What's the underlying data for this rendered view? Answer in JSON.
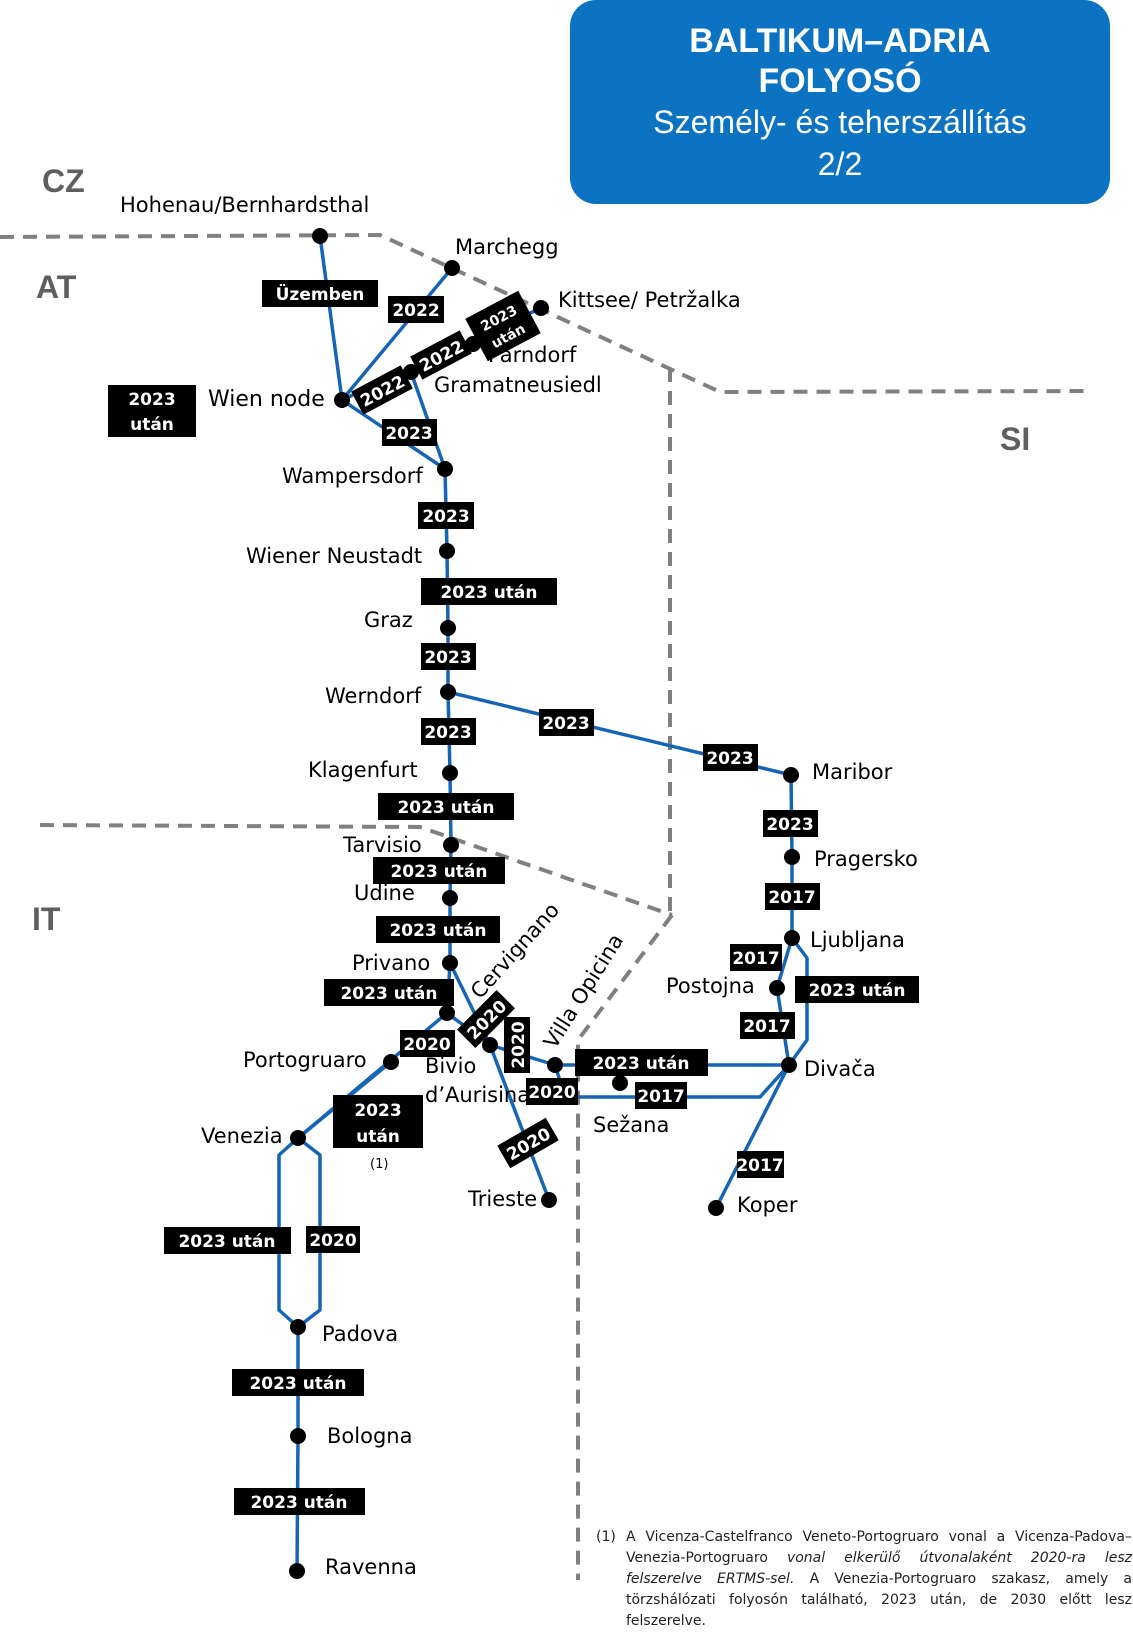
{
  "title": {
    "line1": "BALTIKUM–ADRIA",
    "line2": "FOLYOSÓ",
    "line3": "Személy- és teherszállítás",
    "line4": "2/2"
  },
  "countries": {
    "cz": "CZ",
    "at": "AT",
    "si": "SI",
    "it": "IT"
  },
  "stations": {
    "hohenau": "Hohenau/Bernhardsthal",
    "marchegg": "Marchegg",
    "kittsee": "Kittsee/ Petržalka",
    "parndorf": "Parndorf",
    "gramatneusiedl": "Gramatneusiedl",
    "wien": "Wien node",
    "wampersdorf": "Wampersdorf",
    "wiener_neustadt": "Wiener Neustadt",
    "graz": "Graz",
    "werndorf": "Werndorf",
    "klagenfurt": "Klagenfurt",
    "maribor": "Maribor",
    "tarvisio": "Tarvisio",
    "pragersko": "Pragersko",
    "udine": "Udine",
    "ljubljana": "Ljubljana",
    "privano": "Privano",
    "cervignano": "Cervignano",
    "villa_opicina": "Villa Opicina",
    "postojna": "Postojna",
    "portogruaro": "Portogruaro",
    "bivio1": "Bivio",
    "bivio2": "d’Aurisina",
    "divaca": "Divača",
    "sezana": "Sežana",
    "venezia": "Venezia",
    "trieste": "Trieste",
    "koper": "Koper",
    "padova": "Padova",
    "bologna": "Bologna",
    "ravenna": "Ravenna"
  },
  "tags": {
    "uzemben": "Üzemben",
    "y2022": "2022",
    "y2023": "2023",
    "y2020": "2020",
    "y2017": "2017",
    "y2023_utan": "2023 után",
    "y2023_line1": "2023",
    "utan": "után"
  },
  "footnote": {
    "ref": "(1)",
    "mark": "(1)",
    "text_a": "A Vicenza-Castelfranco Veneto-Portogruaro vonal a Vicenza-Padova–Venezia-Portogruaro ",
    "text_b": "vonal elkerülő útvonalaként 2020-ra lesz felszerelve ERTMS-sel.",
    "text_c": " A Venezia-Portogruaro szakasz, amely a törzshálózati folyosón található, 2023 után, de 2030 előtt lesz felszerelve."
  },
  "colors": {
    "line": "#1565b4",
    "tag_bg": "#000000",
    "tag_fg": "#ffffff",
    "border": "#808080",
    "title_bg": "#0b73c1",
    "country": "#5f5f5f"
  }
}
